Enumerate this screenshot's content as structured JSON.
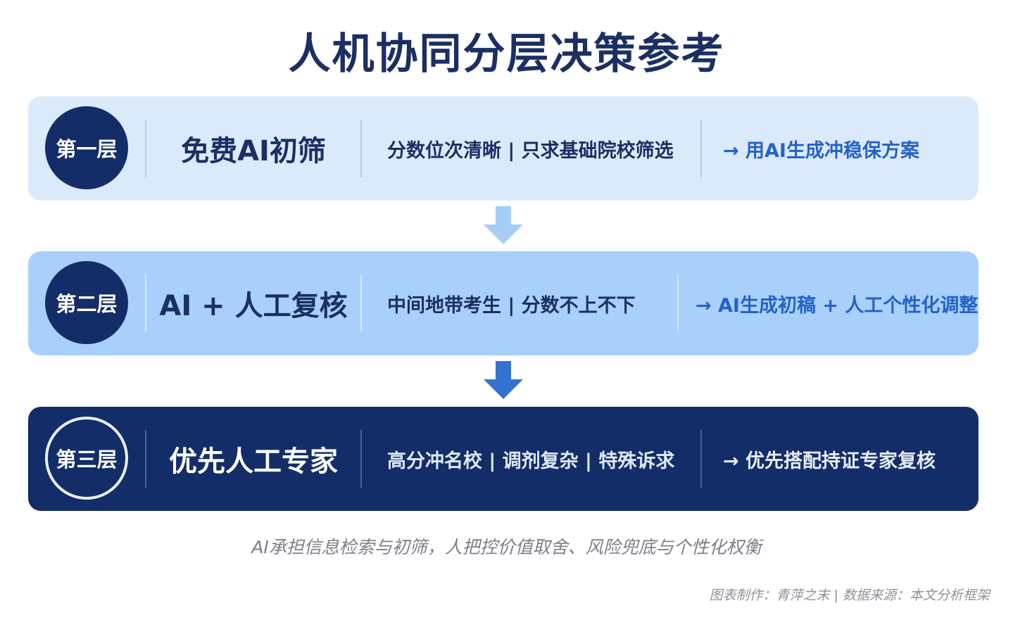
{
  "title": "人机协同分层决策参考",
  "tiers": [
    {
      "badge": "第一层",
      "name": "免费AI初筛",
      "condition": "分数位次清晰 | 只求基础院校筛选",
      "action": "→ 用AI生成冲稳保方案"
    },
    {
      "badge": "第二层",
      "name": "AI + 人工复核",
      "condition": "中间地带考生 | 分数不上不下",
      "action": "→ AI生成初稿 + 人工个性化调整"
    },
    {
      "badge": "第三层",
      "name": "优先人工专家",
      "condition": "高分冲名校 | 调剂复杂 | 特殊诉求",
      "action": "→ 优先搭配持证专家复核"
    }
  ],
  "caption": "AI承担信息检索与初筛，人把控价值取舍、风险兜底与个性化权衡",
  "source": "图表制作：青萍之末 | 数据来源：本文分析框架",
  "colors": {
    "tier1_bg": "#dbeafb",
    "tier2_bg": "#a9d0fa",
    "tier3_bg": "#132d68",
    "navy": "#1b2f63",
    "accent_blue": "#2462c7",
    "arrow1": "#a6cdf7",
    "arrow2": "#3472d1"
  },
  "icons": [
    "down-arrow-icon",
    "down-arrow-icon"
  ]
}
